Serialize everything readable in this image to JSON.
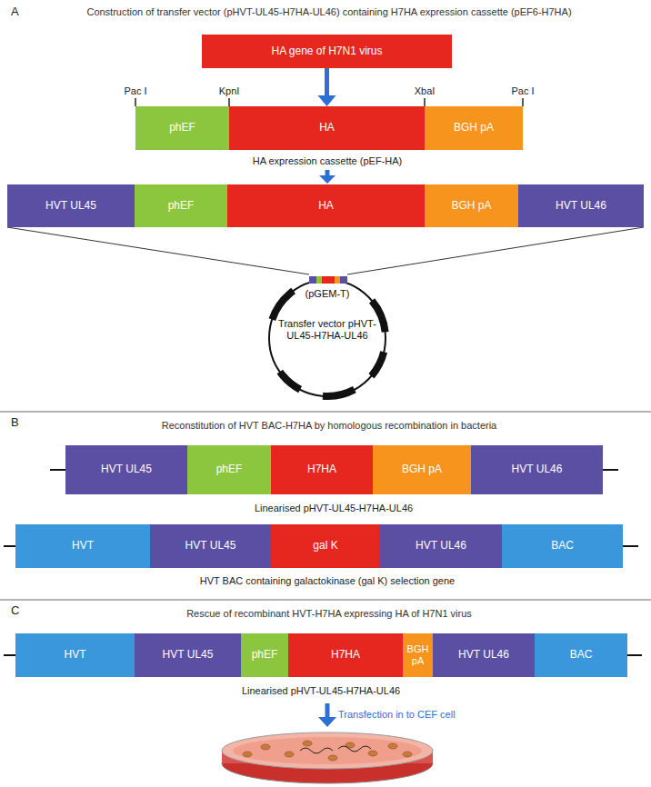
{
  "diagram": {
    "nodes": [
      {
        "text": [
          "HA gene of H7N1 virus"
        ]
      },
      {
        "text": [
          "phEF"
        ]
      },
      {
        "text": [
          "HA"
        ]
      },
      {
        "text": [
          "BGH pA"
        ]
      },
      {
        "text": [
          "HVT UL45"
        ]
      },
      {
        "text": [
          "phEF"
        ]
      },
      {
        "text": [
          "HA"
        ]
      },
      {
        "text": [
          "BGH pA"
        ]
      },
      {
        "text": [
          "HVT UL46"
        ]
      },
      {
        "text": [
          "(pGEM-T)",
          "Transfer vector pHVT-UL45-H7HA-UL46"
        ]
      },
      {
        "text": [
          "HVT UL45"
        ]
      },
      {
        "text": [
          "phEF"
        ]
      },
      {
        "text": [
          "H7HA"
        ]
      },
      {
        "text": [
          "BGH pA"
        ]
      },
      {
        "text": [
          "HVT UL46"
        ]
      },
      {
        "text": [
          "HVT"
        ]
      },
      {
        "text": [
          "HVT UL45"
        ]
      },
      {
        "text": [
          "gal K"
        ]
      },
      {
        "text": [
          "HVT UL46"
        ]
      },
      {
        "text": [
          "BAC"
        ]
      },
      {
        "text": [
          "HVT"
        ]
      },
      {
        "text": [
          "HVT UL45"
        ]
      },
      {
        "text": [
          "phEF"
        ]
      },
      {
        "text": [
          "H7HA"
        ]
      },
      {
        "text": [
          "BGH pA"
        ]
      },
      {
        "text": [
          "HVT UL46"
        ]
      },
      {
        "text": [
          "BAC"
        ]
      }
    ],
    "edges": [
      {
        "from": 0,
        "to": 2,
        "arrow": "to"
      }
    ],
    "labels": [
      "A",
      "Construction of transfer vector (pHVT-UL45-H7HA-UL46) containing H7HA expression cassette (pEF6-H7HA)",
      "Pac I",
      "KpnI",
      "XbaI",
      "Pac I",
      "HA expression cassette (pEF-HA)",
      "B",
      "Reconstitution of HVT BAC-H7HA by homologous recombination in bacteria",
      "Linearised pHVT-UL45-H7HA-UL46",
      "HVT BAC containing galactokinase (gal K) selection gene",
      "C",
      "Rescue of recombinant HVT-H7HA expressing HA of H7N1 virus",
      "Linearised pHVT-UL45-H7HA-UL46",
      "Transfection in to CEF cell"
    ]
  }
}
